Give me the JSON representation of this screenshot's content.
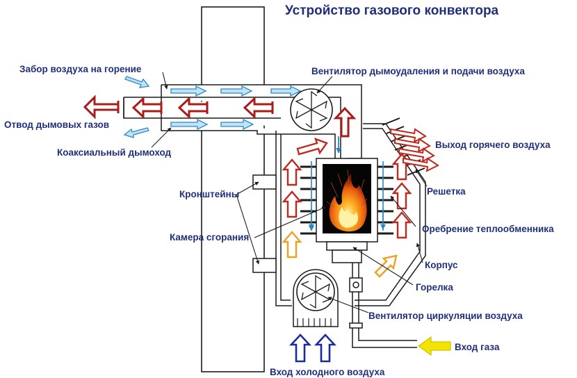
{
  "title": "Устройство газового конвектора",
  "labels": {
    "air_intake": "Забор воздуха на горение",
    "flue_exhaust": "Отвод дымовых газов",
    "coaxial_flue": "Коаксиальный дымоход",
    "brackets": "Кронштейны",
    "combustion_chamber": "Камера сгорания",
    "smoke_fan": "Вентилятор дымоудаления и подачи воздуха",
    "hot_air_outlet": "Выход горячего воздуха",
    "grille": "Решетка",
    "fins": "Оребрение теплообменника",
    "housing": "Корпус",
    "burner": "Горелка",
    "circulation_fan": "Вентилятор циркуляции воздуха",
    "gas_inlet": "Вход газа",
    "cold_air_inlet": "Вход холодного воздуха"
  },
  "colors": {
    "text": "#1f2f7a",
    "flue_arrow": "#a81c1c",
    "air_arrow": "#2a86c8",
    "hot_arrow": "#c0281e",
    "warm_arrow": "#f0a020",
    "cold_arrow": "#1a2aa0",
    "gas_arrow": "#f2e400",
    "flame": "#f08a10"
  },
  "icons": [
    "fan-icon",
    "flame-icon",
    "arrow-icon"
  ]
}
